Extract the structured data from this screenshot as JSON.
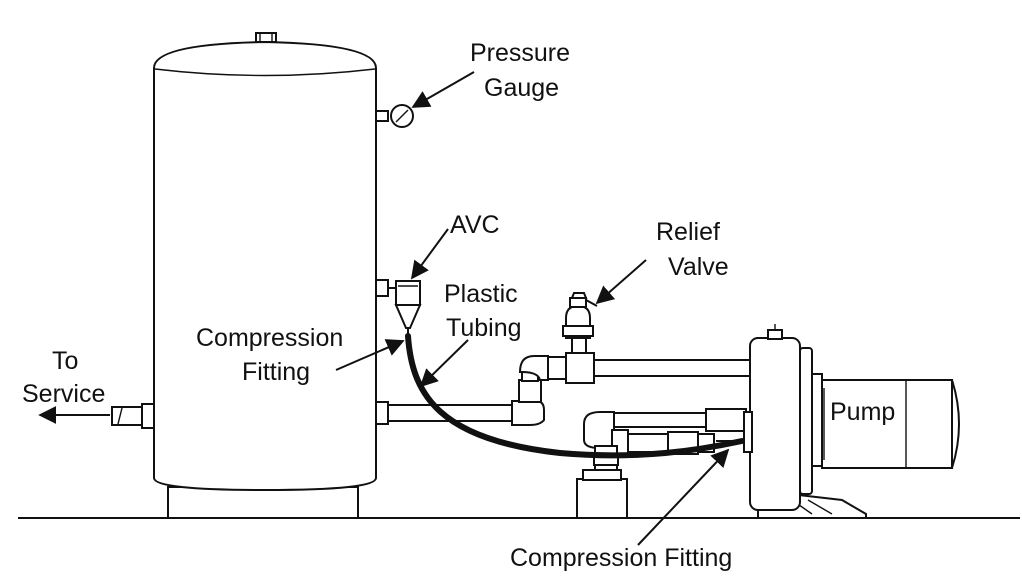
{
  "labels": {
    "pressure_gauge": [
      "Pressure",
      "Gauge"
    ],
    "avc": "AVC",
    "plastic_tubing": [
      "Plastic",
      "Tubing"
    ],
    "relief_valve": [
      "Relief",
      "Valve"
    ],
    "compression_fitting_tank": [
      "Compression",
      "Fitting"
    ],
    "to_service": [
      "To",
      "Service"
    ],
    "pump": "Pump",
    "compression_fitting_pump": "Compression Fitting"
  }
}
